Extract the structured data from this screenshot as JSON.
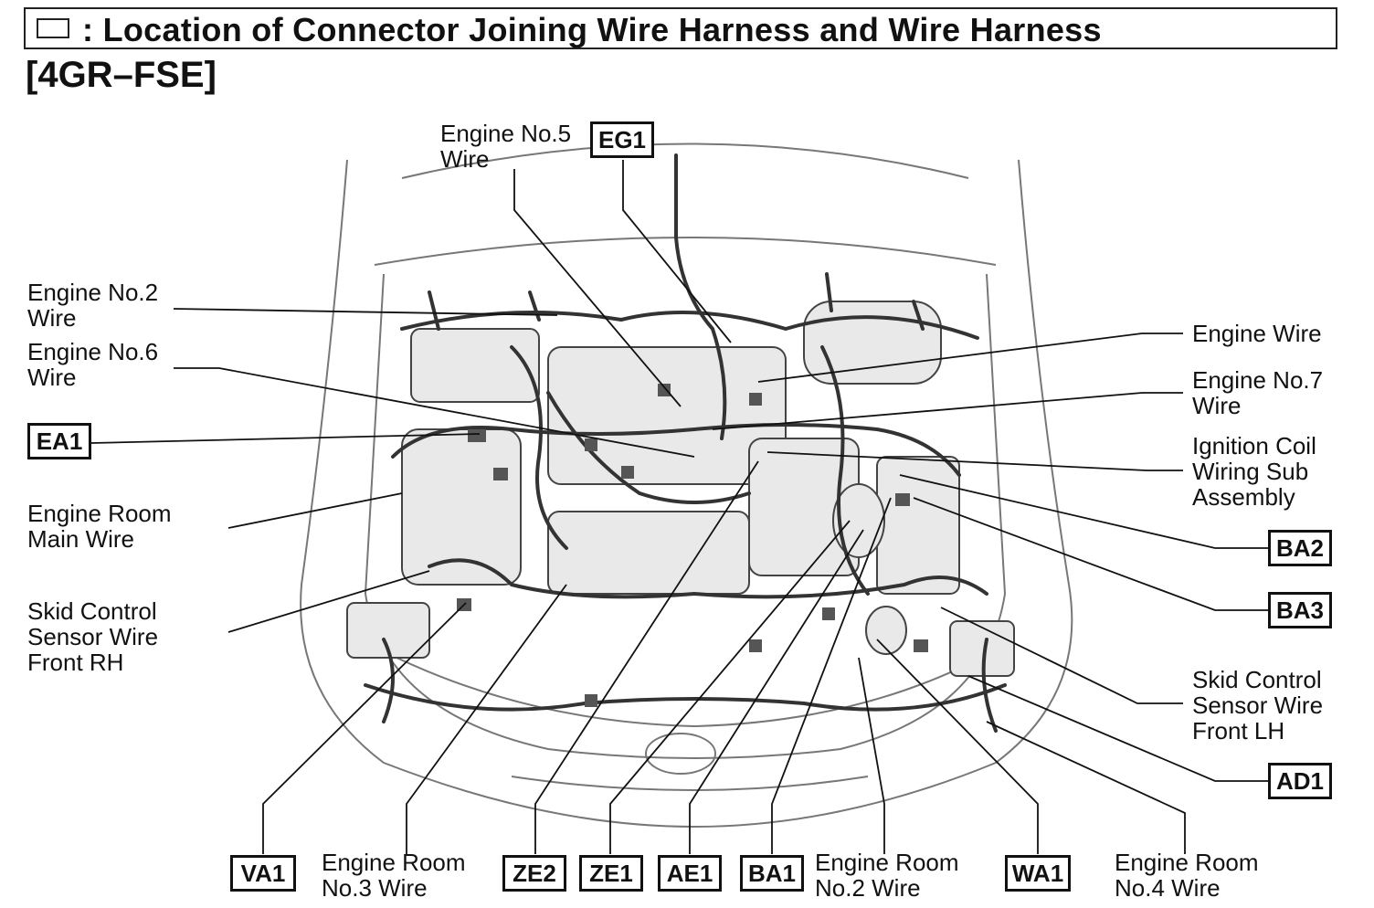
{
  "header": {
    "title": ": Location of Connector Joining Wire Harness and Wire Harness",
    "subtitle": "[4GR–FSE]"
  },
  "labels": {
    "engine_no5": [
      "Engine No.5",
      "Wire"
    ],
    "engine_no2": [
      "Engine No.2",
      "Wire"
    ],
    "engine_no6": [
      "Engine No.6",
      "Wire"
    ],
    "engine_room_main": [
      "Engine Room",
      "Main Wire"
    ],
    "skid_rh": [
      "Skid Control",
      "Sensor Wire",
      "Front RH"
    ],
    "engine_wire": [
      "Engine Wire"
    ],
    "engine_no7": [
      "Engine No.7",
      "Wire"
    ],
    "ignition_coil": [
      "Ignition Coil",
      "Wiring Sub",
      "Assembly"
    ],
    "skid_lh": [
      "Skid Control",
      "Sensor Wire",
      "Front LH"
    ],
    "engine_room_no3": [
      "Engine Room",
      "No.3 Wire"
    ],
    "engine_room_no2": [
      "Engine Room",
      "No.2 Wire"
    ],
    "engine_room_no4": [
      "Engine Room",
      "No.4 Wire"
    ]
  },
  "connectors": {
    "eg1": "EG1",
    "ea1": "EA1",
    "ba2": "BA2",
    "ba3": "BA3",
    "ad1": "AD1",
    "va1": "VA1",
    "ze2": "ZE2",
    "ze1": "ZE1",
    "ae1": "AE1",
    "ba1": "BA1",
    "wa1": "WA1"
  }
}
